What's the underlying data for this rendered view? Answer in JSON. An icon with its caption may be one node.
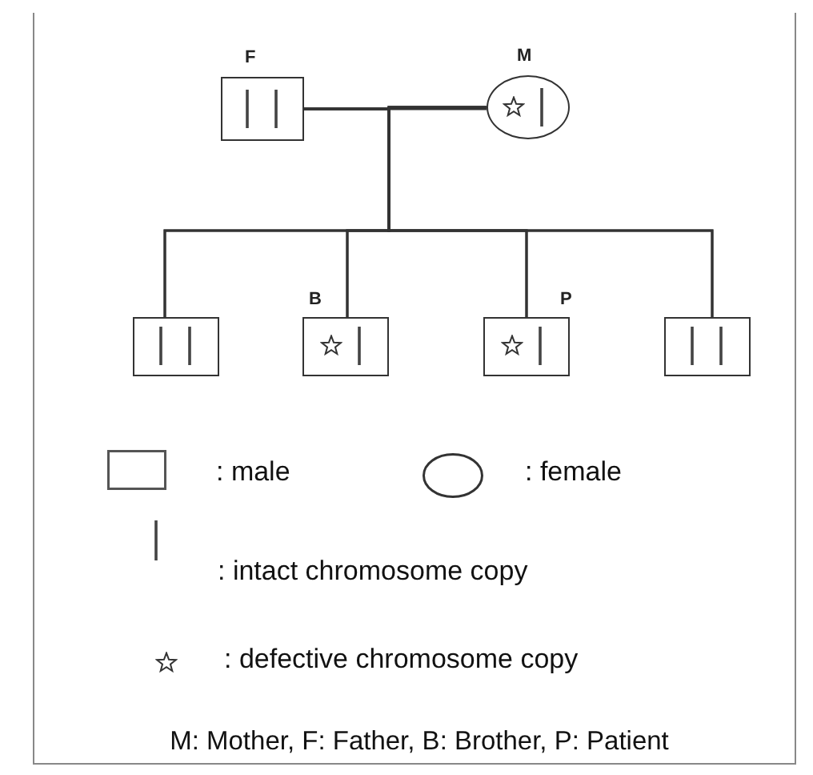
{
  "diagram": {
    "nodes": [
      {
        "text": [
          "F"
        ]
      },
      {
        "text": [
          "M"
        ]
      },
      {
        "text": [],
        "shape": "box"
      },
      {
        "text": [
          "B"
        ]
      },
      {
        "text": [
          "P"
        ]
      },
      {
        "text": [],
        "shape": "box"
      }
    ],
    "edges": [
      {
        "from": 0,
        "to": 1,
        "arrow": "none"
      },
      {
        "from": 0,
        "to": 2,
        "arrow": "none"
      },
      {
        "from": 0,
        "to": 3,
        "arrow": "none"
      },
      {
        "from": 0,
        "to": 4,
        "arrow": "none"
      },
      {
        "from": 0,
        "to": 5,
        "arrow": "none"
      },
      {
        "from": 1,
        "to": 2,
        "arrow": "none"
      },
      {
        "from": 1,
        "to": 3,
        "arrow": "none"
      },
      {
        "from": 1,
        "to": 4,
        "arrow": "none"
      },
      {
        "from": 1,
        "to": 5,
        "arrow": "none"
      }
    ],
    "labels": [
      "M: Mother, F: Father, B: Brother, P: Patient"
    ],
    "legend": [
      {
        "text": ": male"
      },
      {
        "text": ": female"
      },
      {
        "text": ": intact chromosome copy"
      },
      {
        "text": ": defective chromosome copy"
      }
    ]
  }
}
